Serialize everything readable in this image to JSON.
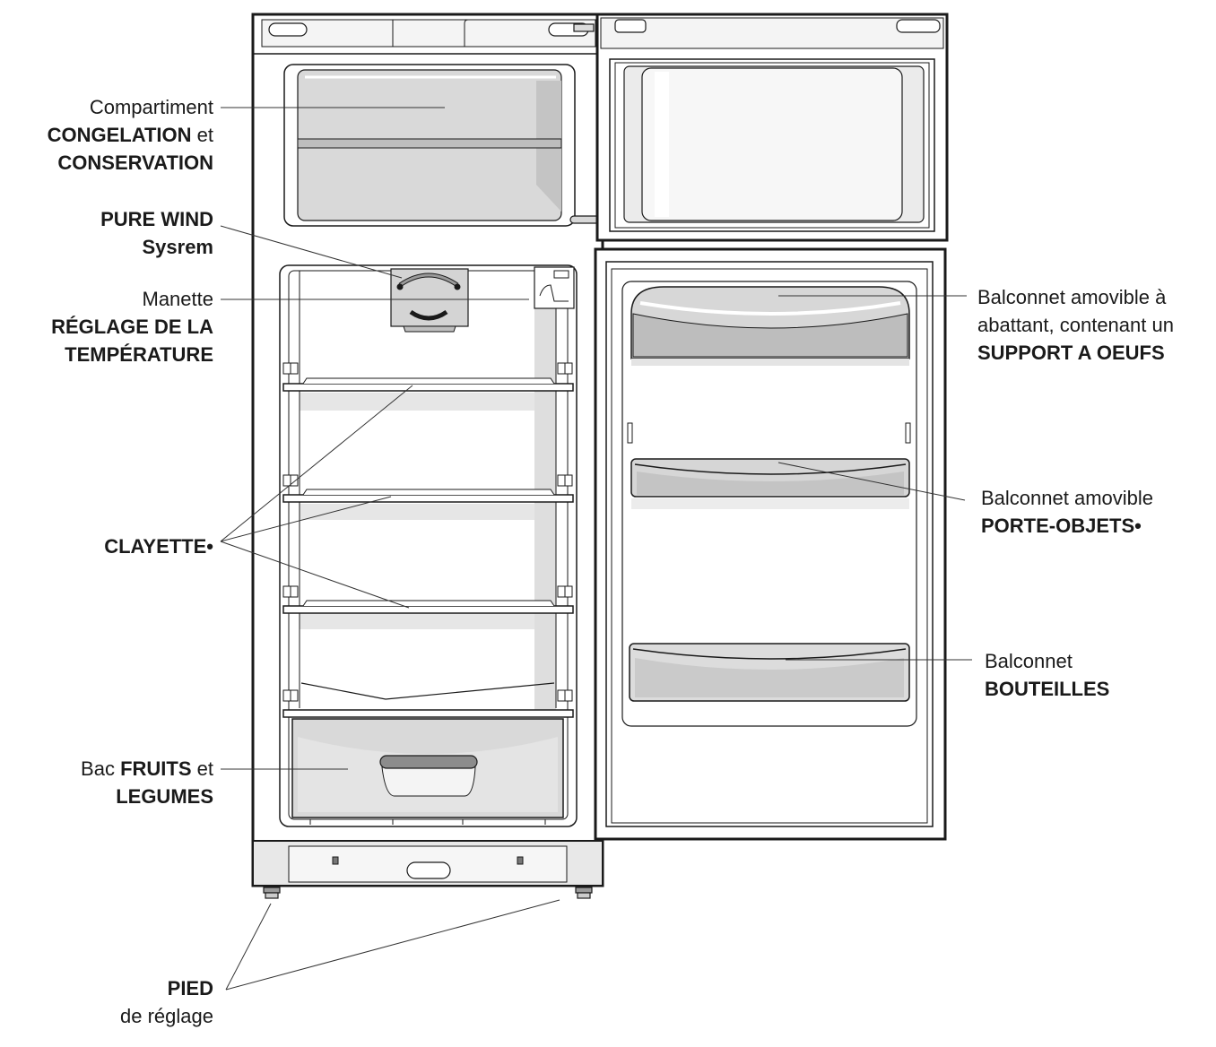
{
  "labels": {
    "freezer": {
      "line1": "Compartiment",
      "line2_bold": "CONGELATION",
      "line2_rest": " et",
      "line3_bold": "CONSERVATION"
    },
    "purewind": {
      "line1_bold": "PURE WIND",
      "line2_bold": "Sysrem"
    },
    "thermostat": {
      "line1": "Manette",
      "line2_bold": "RÉGLAGE DE LA",
      "line3_bold": "TEMPÉRATURE"
    },
    "shelf": {
      "line1_bold": "CLAYETTE•"
    },
    "crisper": {
      "line1_pre": "Bac ",
      "line1_bold": "FRUITS",
      "line1_post": " et",
      "line2_bold": "LEGUMES"
    },
    "foot": {
      "line1_bold": "PIED",
      "line2": "de réglage"
    },
    "egg_shelf": {
      "line1": "Balconnet amovible à",
      "line2": "abattant, contenant un",
      "line3_bold": "SUPPORT A OEUFS"
    },
    "door_shelf": {
      "line1": "Balconnet amovible",
      "line2_bold": "PORTE-OBJETS•"
    },
    "bottle_shelf": {
      "line1": "Balconnet",
      "line2_bold": "BOUTEILLES"
    }
  },
  "colors": {
    "outline": "#1a1a1a",
    "interior_gray": "#d8d8d8",
    "light_gray": "#ececec",
    "shadow_gray": "#bdbdbd",
    "leader": "#333333"
  }
}
